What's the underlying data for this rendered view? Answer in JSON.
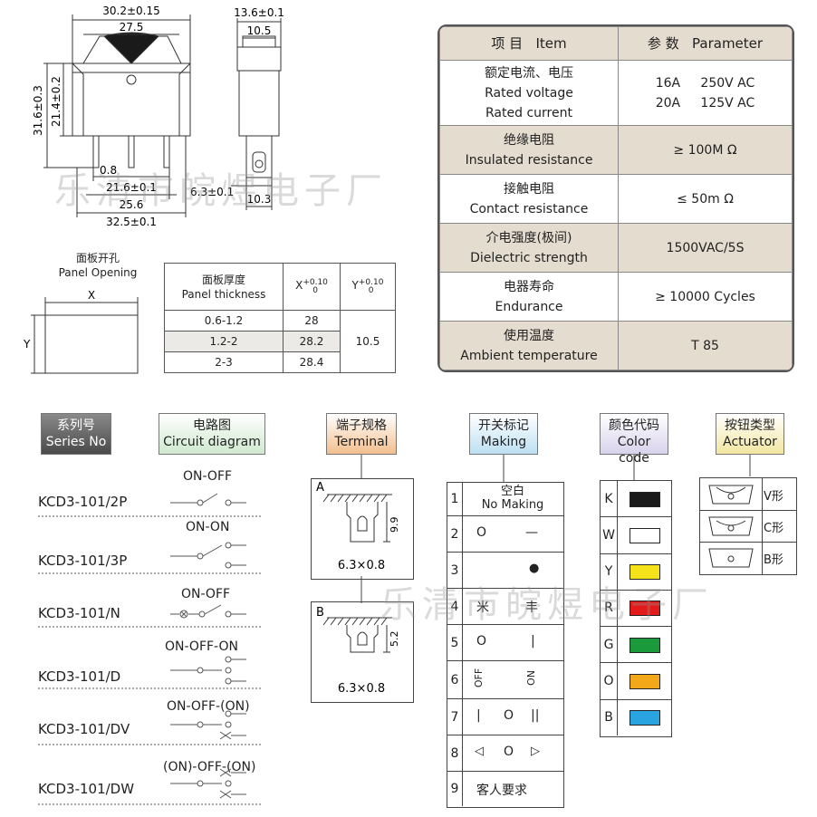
{
  "drawing": {
    "dims": {
      "w_30_2": "30.2±0.15",
      "w_27_5": "27.5",
      "w_13_6": "13.6±0.1",
      "w_10_5": "10.5",
      "h_31_6": "31.6±0.3",
      "h_21_4": "21.4±0.2",
      "d_0_8": "0.8",
      "d_21_6": "21.6±0.1",
      "d_25_6": "25.6",
      "d_32_5": "32.5±0.1",
      "d_6_3": "6.3±0.1",
      "d_10_3": "10.3"
    }
  },
  "panel_opening": {
    "title_cn": "面板开孔",
    "title_en": "Panel Opening",
    "x_label": "X",
    "y_label": "Y",
    "table": {
      "head_cn": "面板厚度",
      "head_en": "Panel thickness",
      "x_head": "X",
      "x_tol": "+0.10",
      "x_tol2": "0",
      "y_head": "Y",
      "y_tol": "+0.10",
      "y_tol2": "0",
      "rows": [
        {
          "thickness": "0.6-1.2",
          "x": "28"
        },
        {
          "thickness": "1.2-2",
          "x": "28.2"
        },
        {
          "thickness": "2-3",
          "x": "28.4"
        }
      ],
      "y_value": "10.5"
    }
  },
  "spec_table": {
    "header": {
      "item_cn": "项 目",
      "item_en": "Item",
      "param_cn": "参 数",
      "param_en": "Parameter"
    },
    "rows": [
      {
        "cn": "额定电流、电压",
        "en1": "Rated voltage",
        "en2": "Rated current",
        "p1a": "16A",
        "p1b": "250V AC",
        "p2a": "20A",
        "p2b": "125V AC"
      },
      {
        "cn": "绝缘电阻",
        "en": "Insulated resistance",
        "value": "≥ 100M Ω"
      },
      {
        "cn": "接触电阻",
        "en": "Contact resistance",
        "value": "≤ 50m Ω"
      },
      {
        "cn": "介电强度(极间)",
        "en": "Dielectric strength",
        "value": "1500VAC/5S"
      },
      {
        "cn": "电器寿命",
        "en": "Endurance",
        "value": "≥ 10000 Cycles"
      },
      {
        "cn": "使用温度",
        "en": "Ambient temperature",
        "value": "T 85"
      }
    ]
  },
  "categories": {
    "series": {
      "cn": "系列号",
      "en": "Series No"
    },
    "circuit": {
      "cn": "电路图",
      "en": "Circuit diagram"
    },
    "terminal": {
      "cn": "端子规格",
      "en": "Terminal"
    },
    "making": {
      "cn": "开关标记",
      "en": "Making"
    },
    "color": {
      "cn": "颜色代码",
      "en": "Color code"
    },
    "actuator": {
      "cn": "按钮类型",
      "en": "Actuator"
    }
  },
  "series": [
    {
      "model": "KCD3-101/2P",
      "circuit": "ON-OFF"
    },
    {
      "model": "KCD3-101/3P",
      "circuit": "ON-ON"
    },
    {
      "model": "KCD3-101/N",
      "circuit": "ON-OFF"
    },
    {
      "model": "KCD3-101/D",
      "circuit": "ON-OFF-ON"
    },
    {
      "model": "KCD3-101/DV",
      "circuit": "ON-OFF-(ON)"
    },
    {
      "model": "KCD3-101/DW",
      "circuit": "(ON)-OFF-(ON)"
    }
  ],
  "terminals": [
    {
      "letter": "A",
      "size": "6.3×0.8",
      "height": "9.9"
    },
    {
      "letter": "B",
      "size": "6.3×0.8",
      "height": "5.2"
    }
  ],
  "making": [
    {
      "n": "1",
      "cn": "空白",
      "en": "No Making"
    },
    {
      "n": "2",
      "left": "O",
      "right": "—"
    },
    {
      "n": "3",
      "right": "●"
    },
    {
      "n": "4",
      "left": "米",
      "right": "丰"
    },
    {
      "n": "5",
      "left": "O",
      "right": "|"
    },
    {
      "n": "6",
      "left": "OFF",
      "right": "ON"
    },
    {
      "n": "7",
      "left": "|",
      "mid": "O",
      "right": "||"
    },
    {
      "n": "8",
      "left": "◁",
      "mid": "O",
      "right": "▷"
    },
    {
      "n": "9",
      "cn": "客人要求"
    }
  ],
  "colors": [
    {
      "code": "K",
      "hex": "#1a1a1a"
    },
    {
      "code": "W",
      "hex": "#ffffff"
    },
    {
      "code": "Y",
      "hex": "#f5e21a"
    },
    {
      "code": "R",
      "hex": "#e21a1a"
    },
    {
      "code": "G",
      "hex": "#1a9a3a"
    },
    {
      "code": "O",
      "hex": "#f2a818"
    },
    {
      "code": "B",
      "hex": "#2aa4e0"
    }
  ],
  "actuators": [
    {
      "label": "V形"
    },
    {
      "label": "C形"
    },
    {
      "label": "B形"
    }
  ],
  "watermark": "乐清市皖煜电子厂"
}
